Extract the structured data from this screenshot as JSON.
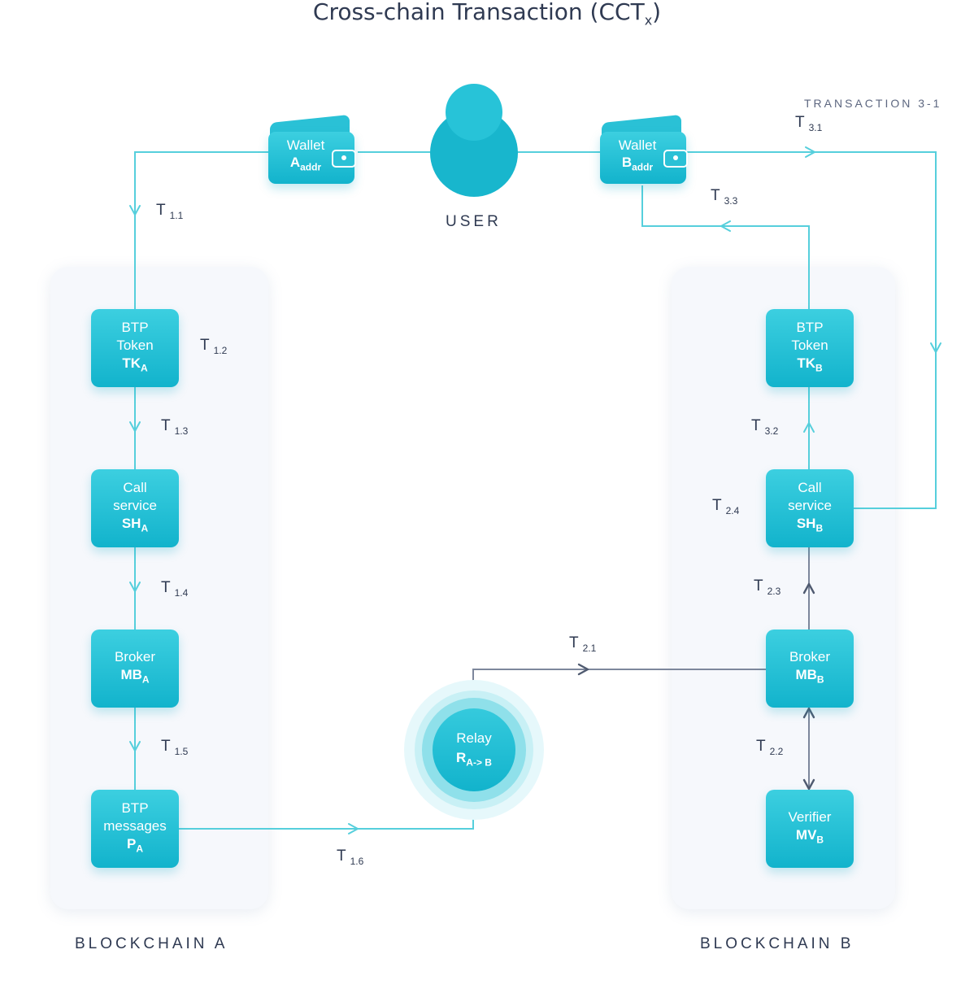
{
  "title": {
    "main": "Cross-chain Transaction (CCT",
    "sub": "x",
    "close": ")"
  },
  "user_label": "USER",
  "transaction_caption": "TRANSACTION 3-1",
  "blockchain_a_label": "BLOCKCHAIN A",
  "blockchain_b_label": "BLOCKCHAIN B",
  "wallet_a": {
    "line1": "Wallet",
    "main": "A",
    "sub": "addr"
  },
  "wallet_b": {
    "line1": "Wallet",
    "main": "B",
    "sub": "addr"
  },
  "nodes": {
    "btp_token_a": {
      "line1": "BTP",
      "line2": "Token",
      "main": "TK",
      "sub": "A"
    },
    "call_service_a": {
      "line1": "Call",
      "line2": "service",
      "main": "SH",
      "sub": "A"
    },
    "broker_a": {
      "line1": "Broker",
      "main": "MB",
      "sub": "A"
    },
    "btp_messages_a": {
      "line1": "BTP",
      "line2": "messages",
      "main": "P",
      "sub": "A"
    },
    "btp_token_b": {
      "line1": "BTP",
      "line2": "Token",
      "main": "TK",
      "sub": "B"
    },
    "call_service_b": {
      "line1": "Call",
      "line2": "service",
      "main": "SH",
      "sub": "B"
    },
    "broker_b": {
      "line1": "Broker",
      "main": "MB",
      "sub": "B"
    },
    "verifier_b": {
      "line1": "Verifier",
      "main": "MV",
      "sub": "B"
    }
  },
  "relay": {
    "line1": "Relay",
    "main": "R",
    "sub": "A-> B"
  },
  "transitions": {
    "t1_1": {
      "main": "T",
      "sub": "1.1"
    },
    "t1_2": {
      "main": "T",
      "sub": "1.2"
    },
    "t1_3": {
      "main": "T",
      "sub": "1.3"
    },
    "t1_4": {
      "main": "T",
      "sub": "1.4"
    },
    "t1_5": {
      "main": "T",
      "sub": "1.5"
    },
    "t1_6": {
      "main": "T",
      "sub": "1.6"
    },
    "t2_1": {
      "main": "T",
      "sub": "2.1"
    },
    "t2_2": {
      "main": "T",
      "sub": "2.2"
    },
    "t2_3": {
      "main": "T",
      "sub": "2.3"
    },
    "t2_4": {
      "main": "T",
      "sub": "2.4"
    },
    "t3_1": {
      "main": "T",
      "sub": "3.1"
    },
    "t3_2": {
      "main": "T",
      "sub": "3.2"
    },
    "t3_3": {
      "main": "T",
      "sub": "3.3"
    }
  },
  "colors": {
    "cyan_line": "#56cfdc",
    "dark_line": "#7d879c",
    "node": "#1fbdd3",
    "text": "#2f3a52"
  }
}
